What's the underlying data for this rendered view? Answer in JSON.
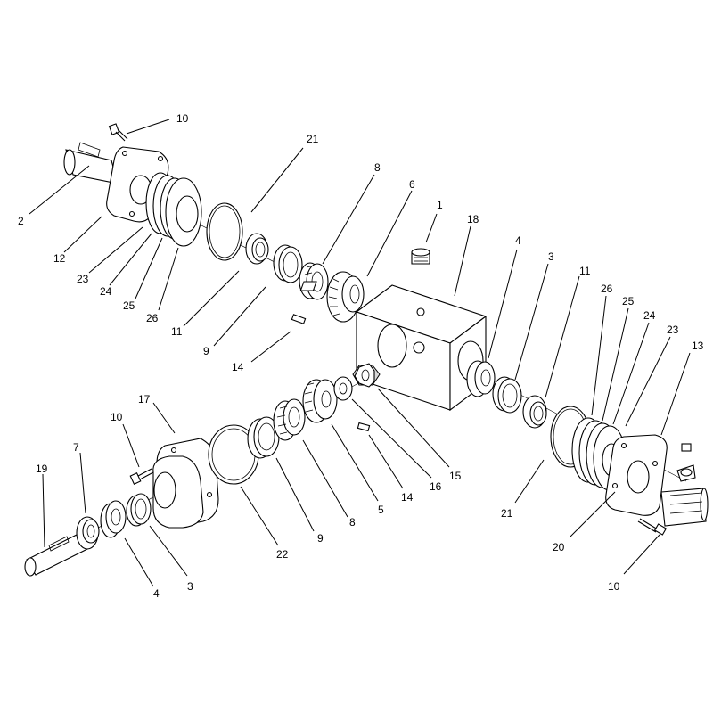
{
  "callouts": {
    "c10_top": "10",
    "c21_top": "21",
    "c8_top": "8",
    "c6": "6",
    "c1": "1",
    "c18": "18",
    "c4_right": "4",
    "c3_right": "3",
    "c11_right": "11",
    "c26_right": "26",
    "c25_right": "25",
    "c24_right": "24",
    "c23_right": "23",
    "c13": "13",
    "c2": "2",
    "c12": "12",
    "c23_left": "23",
    "c24_left": "24",
    "c25_left": "25",
    "c26_left": "26",
    "c11_left": "11",
    "c9_top": "9",
    "c14_top": "14",
    "c17": "17",
    "c10_mid": "10",
    "c7": "7",
    "c19": "19",
    "c4_bottom": "4",
    "c3_bottom": "3",
    "c22": "22",
    "c9_bottom": "9",
    "c8_bottom": "8",
    "c5": "5",
    "c14_bottom": "14",
    "c16": "16",
    "c15": "15",
    "c21_bottom": "21",
    "c20": "20",
    "c10_bottom": "10"
  }
}
